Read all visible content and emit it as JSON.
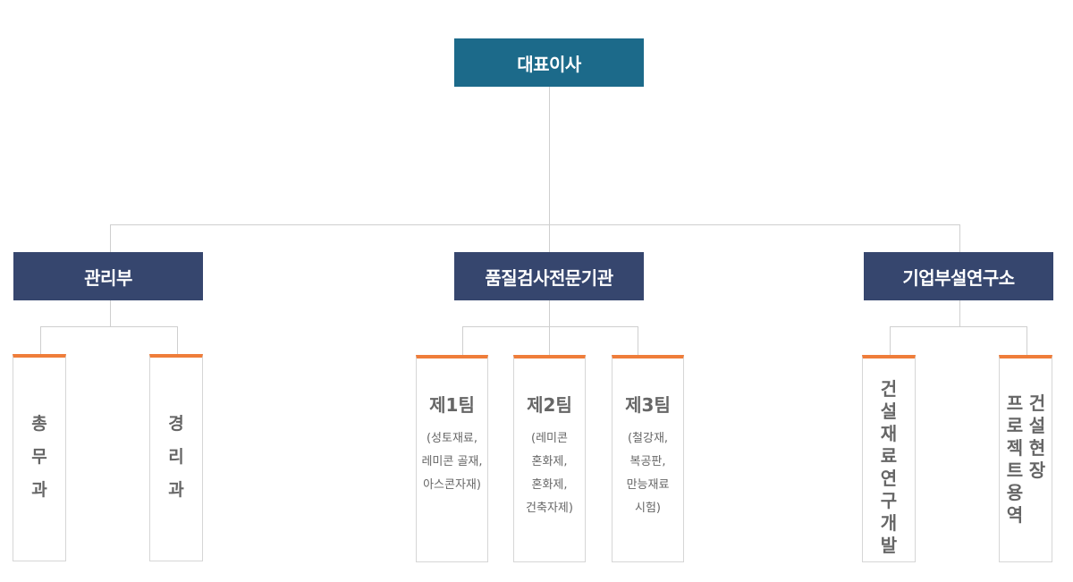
{
  "ceo": {
    "label": "대표이사"
  },
  "departments": [
    {
      "label": "관리부"
    },
    {
      "label": "품질검사전문기관"
    },
    {
      "label": "기업부설연구소"
    }
  ],
  "admin_units": [
    {
      "label": "총\n무\n과"
    },
    {
      "label": "경\n리\n과"
    }
  ],
  "quality_teams": [
    {
      "title": "제1팀",
      "desc": "(성토재료,\n레미콘 골재,\n아스콘자재)"
    },
    {
      "title": "제2팀",
      "desc": "(레미콘\n혼화제,\n혼화제,\n건축자제)"
    },
    {
      "title": "제3팀",
      "desc": "(철강재,\n복공판,\n만능재료\n시험)"
    }
  ],
  "research_units": [
    {
      "label": "건\n설\n재\n료\n연\n구\n개\n발"
    },
    {
      "col_right": "건\n설\n현\n장",
      "col_left": "프\n로\n젝\n트\n용\n역"
    }
  ],
  "colors": {
    "ceo_box": "#1c6a8a",
    "dept_box": "#36466e",
    "card_accent": "#ef7d3a",
    "connector": "#cfcfcf"
  }
}
